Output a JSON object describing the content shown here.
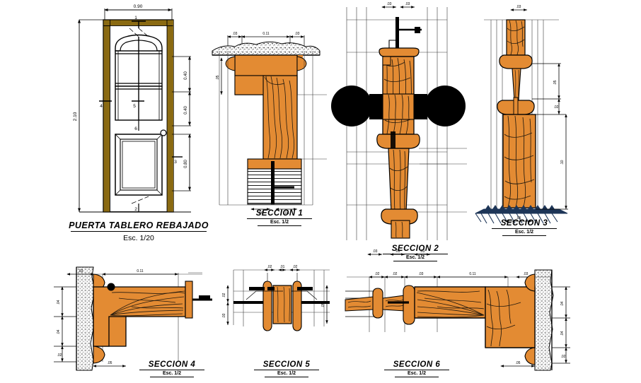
{
  "sheet": {
    "background": "#ffffff",
    "wood_fill": "#e38b33",
    "wood_fill_light": "#eda35a",
    "frame_fill": "#8a6a12",
    "line_color": "#000000",
    "thin_line_color": "#3a3a3a",
    "ground_color": "#1d3557",
    "wall_hatch_color": "#9a9a9a"
  },
  "elevation": {
    "title": "PUERTA TABLERO REBAJADO",
    "scale": "Esc. 1/20",
    "dim_width": "0.90",
    "dim_height": "2.10",
    "dim_upper": "0.40",
    "dim_mid": "0.40",
    "dim_lower": "0.80",
    "callouts": [
      "1",
      "4",
      "5",
      "6",
      "3",
      "2"
    ]
  },
  "details": [
    {
      "name": "SECCION 1",
      "scale": "Esc. 1/2"
    },
    {
      "name": "SECCION 2",
      "scale": "Esc. 1/2"
    },
    {
      "name": "SECCION 3",
      "scale": "Esc. 1/2"
    },
    {
      "name": "SECCION 4",
      "scale": "Esc. 1/2"
    },
    {
      "name": "SECCION 5",
      "scale": "Esc. 1/2"
    },
    {
      "name": "SECCION 6",
      "scale": "Esc. 1/2"
    }
  ]
}
